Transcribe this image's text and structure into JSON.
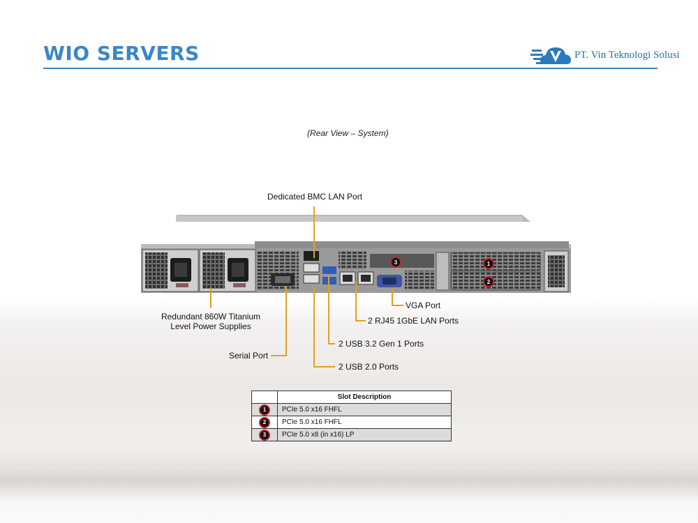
{
  "header": {
    "title": "WIO SERVERS",
    "logo_text": "PT. Vin Teknologi Solusi"
  },
  "figure": {
    "subtitle": "(Rear View – System)"
  },
  "callouts": {
    "bmc": "Dedicated BMC LAN Port",
    "psu_line1": "Redundant  860W Titanium",
    "psu_line2": "Level Power Supplies",
    "serial": "Serial Port",
    "vga": "VGA Port",
    "rj45": "2 RJ45  1GbE LAN Ports",
    "usb32": "2 USB 3.2 Gen 1 Ports",
    "usb20": "2 USB 2.0 Ports"
  },
  "slot_markers": [
    "1",
    "2",
    "3"
  ],
  "slot_table": {
    "header_blank": "",
    "header": "Slot Description",
    "rows": [
      {
        "num": "1",
        "desc": "PCIe 5.0 x16 FHFL"
      },
      {
        "num": "2",
        "desc": "PCIe 5.0 x16 FHFL"
      },
      {
        "num": "3",
        "desc": "PCIe 5.0 x8 (in x16) LP"
      }
    ]
  },
  "colors": {
    "title_blue": "#3a87c8",
    "callout_line": "#e0a21c",
    "badge_ring": "#c0242c"
  }
}
